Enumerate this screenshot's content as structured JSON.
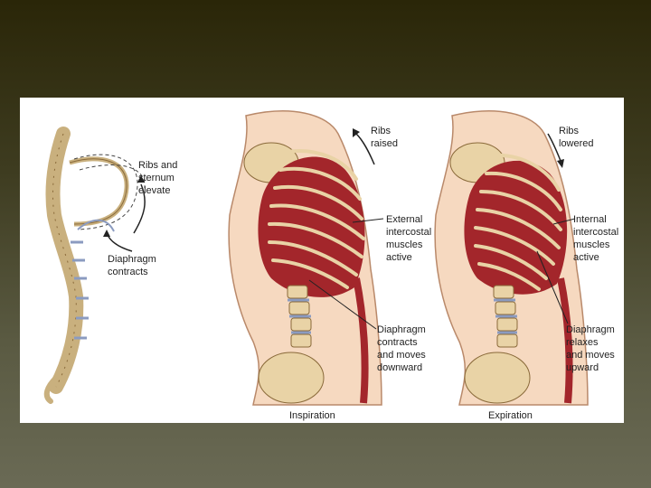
{
  "labels": {
    "ribs_sternum": "Ribs and\nsternum\nelevate",
    "diaphragm_contracts_left": "Diaphragm\ncontracts",
    "ribs_raised": "Ribs\nraised",
    "external_intercostal": "External\nintercostal\nmuscles\nactive",
    "diaphragm_down": "Diaphragm\ncontracts\nand moves\ndownward",
    "ribs_lowered": "Ribs\nlowered",
    "internal_intercostal": "Internal\nintercostal\nmuscles\nactive",
    "diaphragm_up": "Diaphragm\nrelaxes\nand moves\nupward"
  },
  "captions": {
    "inspiration": "Inspiration",
    "expiration": "Expiration"
  },
  "colors": {
    "bone": "#e9d3a6",
    "bone_outline": "#8a6a3a",
    "muscle": "#a3262b",
    "skin": "#f6d9c0",
    "skin_outline": "#b9896a",
    "disc": "#8b9bc0"
  }
}
